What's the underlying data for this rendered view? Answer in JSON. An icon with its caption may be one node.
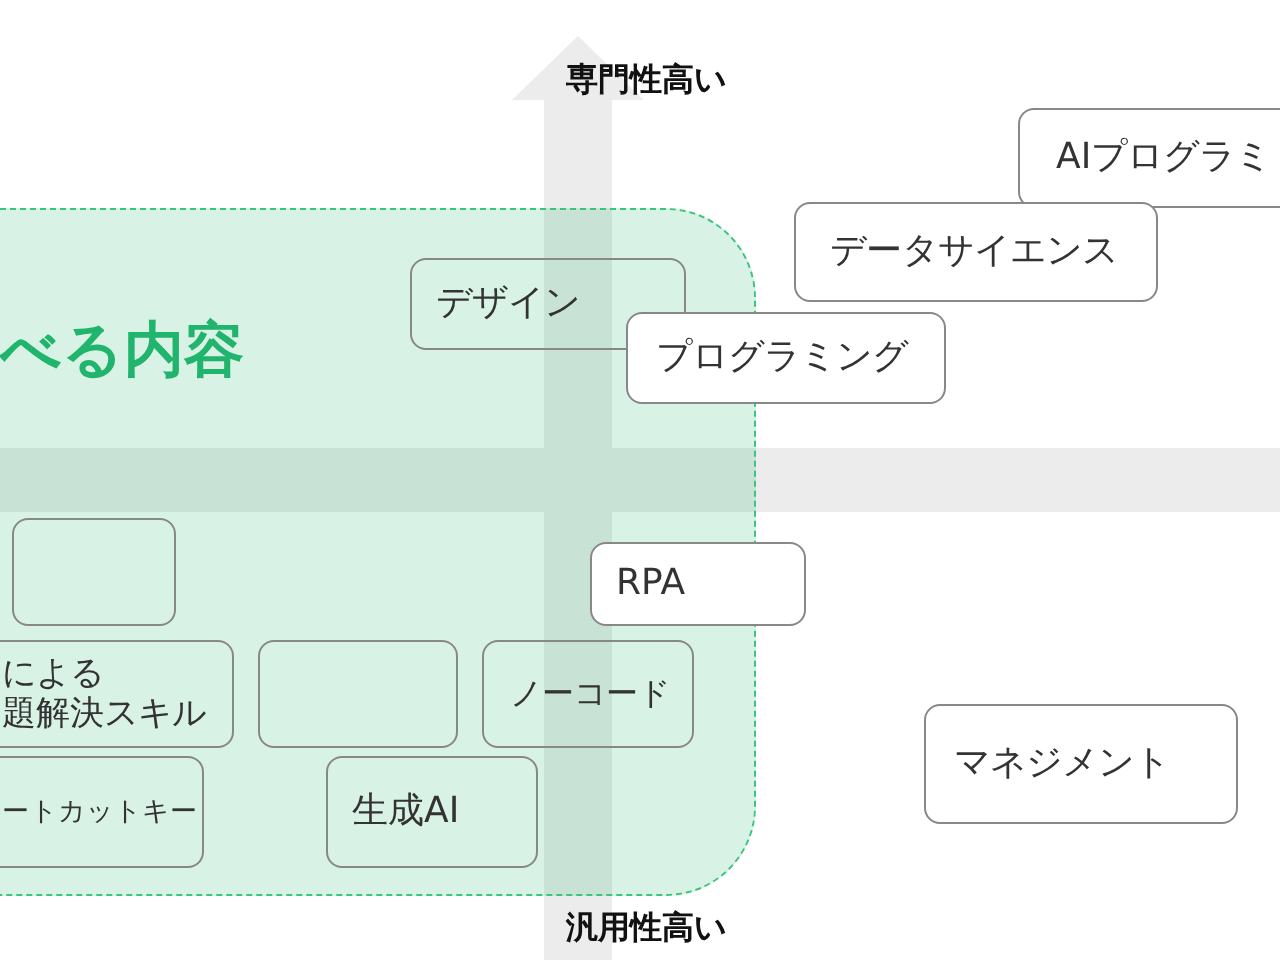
{
  "diagram": {
    "nodes": [
      {
        "text": [
          "べる内容"
        ]
      },
      {
        "text": [
          "AIプログラミ"
        ]
      },
      {
        "text": [
          "データサイエンス"
        ]
      },
      {
        "text": [
          "デザイン"
        ],
        "in": 0
      },
      {
        "text": [
          "プログラミング"
        ]
      },
      {
        "text": [],
        "shape": "box",
        "in": 0
      },
      {
        "text": [
          "RPA"
        ]
      },
      {
        "text": [
          "による題解決スキル"
        ],
        "in": 0
      },
      {
        "text": [],
        "shape": "box",
        "in": 0
      },
      {
        "text": [
          "ノーコード"
        ],
        "in": 0
      },
      {
        "text": [
          "マネジメント"
        ]
      },
      {
        "text": [
          "ートカットキー"
        ],
        "in": 0
      },
      {
        "text": [
          "生成AI"
        ],
        "in": 0
      }
    ],
    "labels": [
      "専門性高い",
      "汎用性高い"
    ]
  }
}
